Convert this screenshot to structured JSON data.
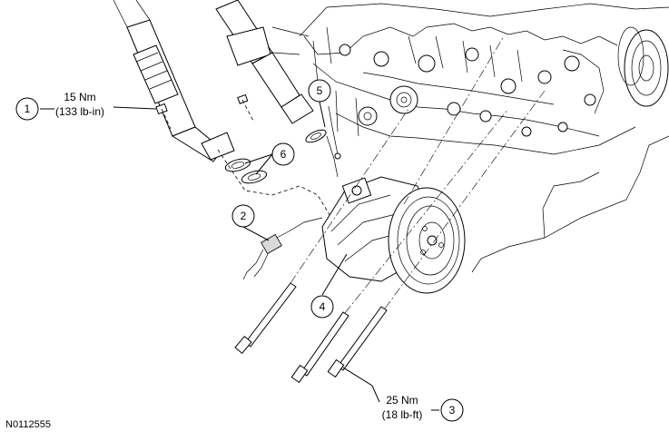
{
  "callouts": [
    {
      "number": "1"
    },
    {
      "number": "2"
    },
    {
      "number": "3"
    },
    {
      "number": "4"
    },
    {
      "number": "5"
    },
    {
      "number": "6"
    }
  ],
  "torque_1": {
    "line1": "15 Nm",
    "line2": "(133 lb-in)"
  },
  "torque_3": {
    "line1": "25 Nm",
    "line2": "(18 lb-ft)"
  },
  "figure_id": "N0112555"
}
